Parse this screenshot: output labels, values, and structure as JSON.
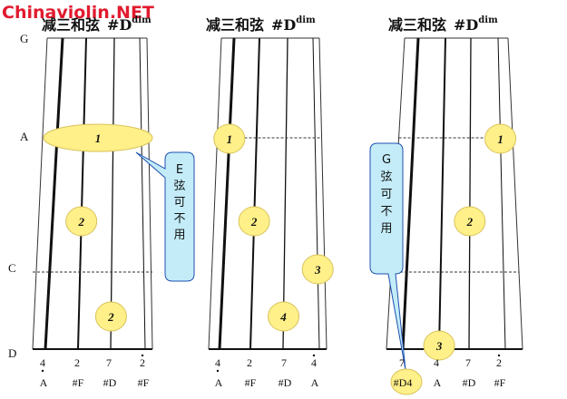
{
  "watermark": "Chinaviolin.NET",
  "fret_labels": [
    "G",
    "A",
    "C",
    "D"
  ],
  "accent_colors": {
    "finger_fill": "#fff089",
    "finger_stroke": "#d8c25a",
    "callout_fill": "#c3ecf8",
    "callout_stroke": "#1e4fb0",
    "watermark": "#e11b2f"
  },
  "diagrams": [
    {
      "title_main": "减三和弦",
      "title_chord": "#D",
      "title_sup": "dim",
      "strings": [
        {
          "num": "4",
          "dot": "below",
          "note": "A"
        },
        {
          "num": "2",
          "dot": "",
          "note": "#F"
        },
        {
          "num": "7",
          "dot": "",
          "note": "#D"
        },
        {
          "num": "2",
          "dot": "above",
          "note": "#F"
        }
      ],
      "fingers": [
        {
          "label": "1",
          "string": 0,
          "fret": "A",
          "wide": true
        },
        {
          "label": "2",
          "string": 1,
          "fret": "B"
        },
        {
          "label": "2",
          "string": 2,
          "fret": "D-"
        }
      ],
      "callout": {
        "lines": [
          "E",
          "弦",
          "可",
          "不",
          "用"
        ]
      }
    },
    {
      "title_main": "减三和弦",
      "title_chord": "#D",
      "title_sup": "dim",
      "strings": [
        {
          "num": "4",
          "dot": "below",
          "note": "A"
        },
        {
          "num": "2",
          "dot": "",
          "note": "#F"
        },
        {
          "num": "7",
          "dot": "",
          "note": "#D"
        },
        {
          "num": "4",
          "dot": "above",
          "note": "A"
        }
      ],
      "fingers": [
        {
          "label": "1",
          "string": 0,
          "fret": "A"
        },
        {
          "label": "2",
          "string": 1,
          "fret": "B"
        },
        {
          "label": "3",
          "string": 3,
          "fret": "C"
        },
        {
          "label": "4",
          "string": 2,
          "fret": "D-"
        }
      ]
    },
    {
      "title_main": "减三和弦",
      "title_chord": "#D",
      "title_sup": "dim",
      "strings": [
        {
          "num": "7",
          "dot": "",
          "note": "#D4"
        },
        {
          "num": "4",
          "dot": "",
          "note": "A"
        },
        {
          "num": "7",
          "dot": "",
          "note": "#D"
        },
        {
          "num": "2",
          "dot": "above",
          "note": "#F"
        }
      ],
      "fingers": [
        {
          "label": "1",
          "string": 3,
          "fret": "A"
        },
        {
          "label": "2",
          "string": 2,
          "fret": "B"
        },
        {
          "label": "3",
          "string": 1,
          "fret": "D"
        }
      ],
      "callout": {
        "lines": [
          "G",
          "弦",
          "可",
          "不",
          "用"
        ]
      }
    }
  ]
}
